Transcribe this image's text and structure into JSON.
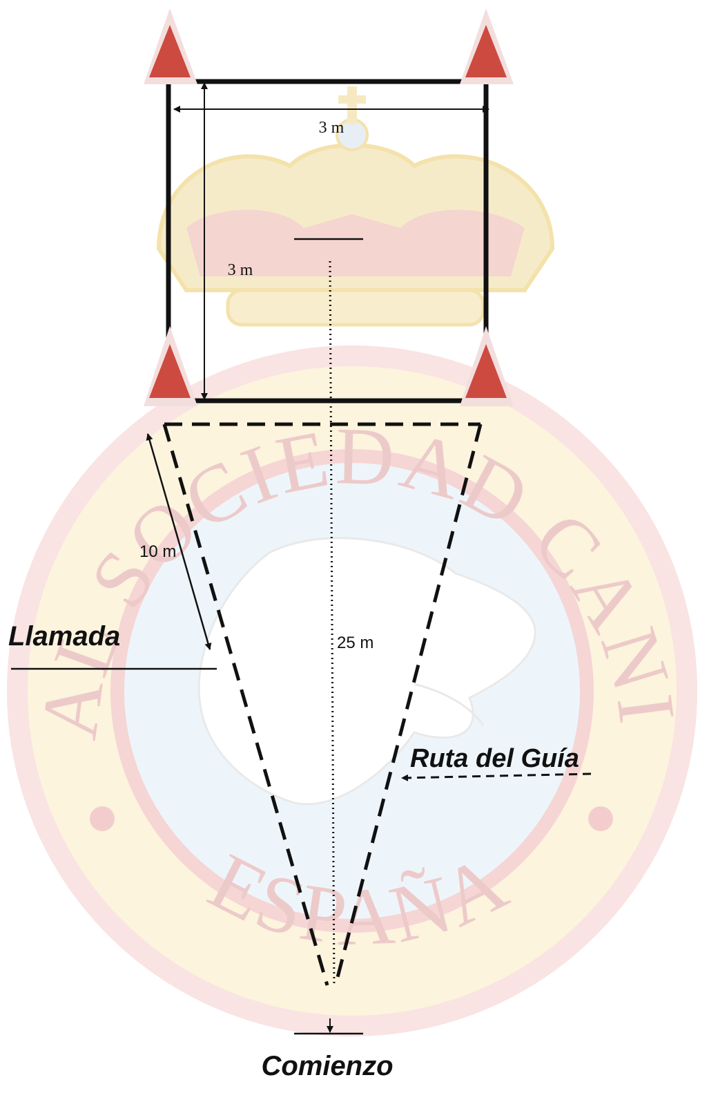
{
  "watermark": {
    "ring_text_top": "REAL SOCIEDAD CANINA",
    "ring_text_bottom": "ESPAÑA",
    "ring_color": "#f1c9c9",
    "inner_color": "#e6f1f9",
    "crown_color": "#f1e1a8"
  },
  "square": {
    "width_label": "3 m",
    "height_label": "3 m"
  },
  "route": {
    "distance_label": "25 m",
    "segment_label": "10 m",
    "recall_label": "Llamada",
    "handler_route_label": "Ruta del Guía",
    "start_label": "Comienzo"
  },
  "colors": {
    "cone_fill": "#cc4a40",
    "cone_edge": "#f3dede",
    "line": "#111111"
  },
  "icons": [
    "cone-icon",
    "cone-icon",
    "cone-icon",
    "cone-icon",
    "crown-icon",
    "dog-head-icon"
  ]
}
